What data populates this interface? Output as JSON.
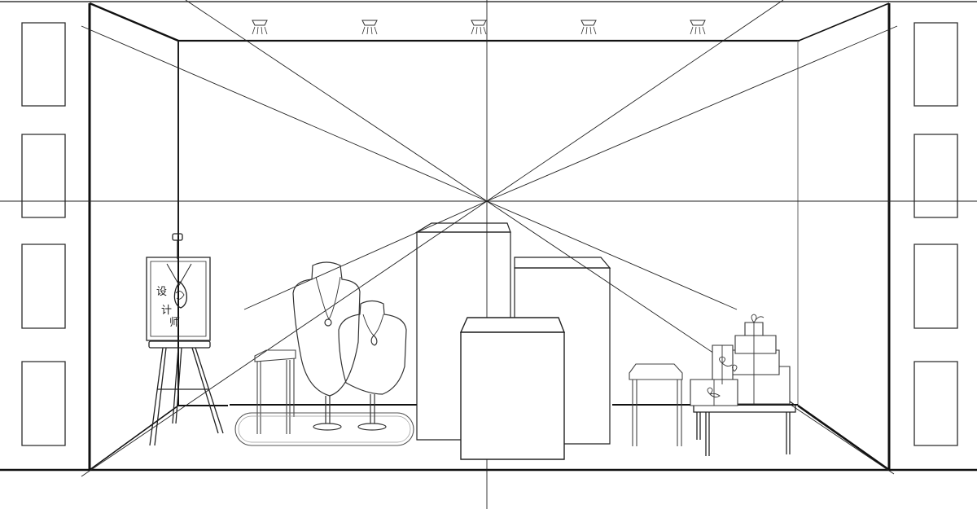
{
  "easel_sign": {
    "lines": [
      "设",
      "计",
      "师"
    ]
  },
  "colors": {
    "ink": "#1a1a1a",
    "light_ink": "#5a5a5a",
    "background": "#ffffff"
  },
  "elements": {
    "ceiling_lights": 5,
    "wall_panels_per_side": 4,
    "necklace_busts": 2,
    "display_plinths": 3,
    "side_stools": 2,
    "gift_boxes": 6
  }
}
